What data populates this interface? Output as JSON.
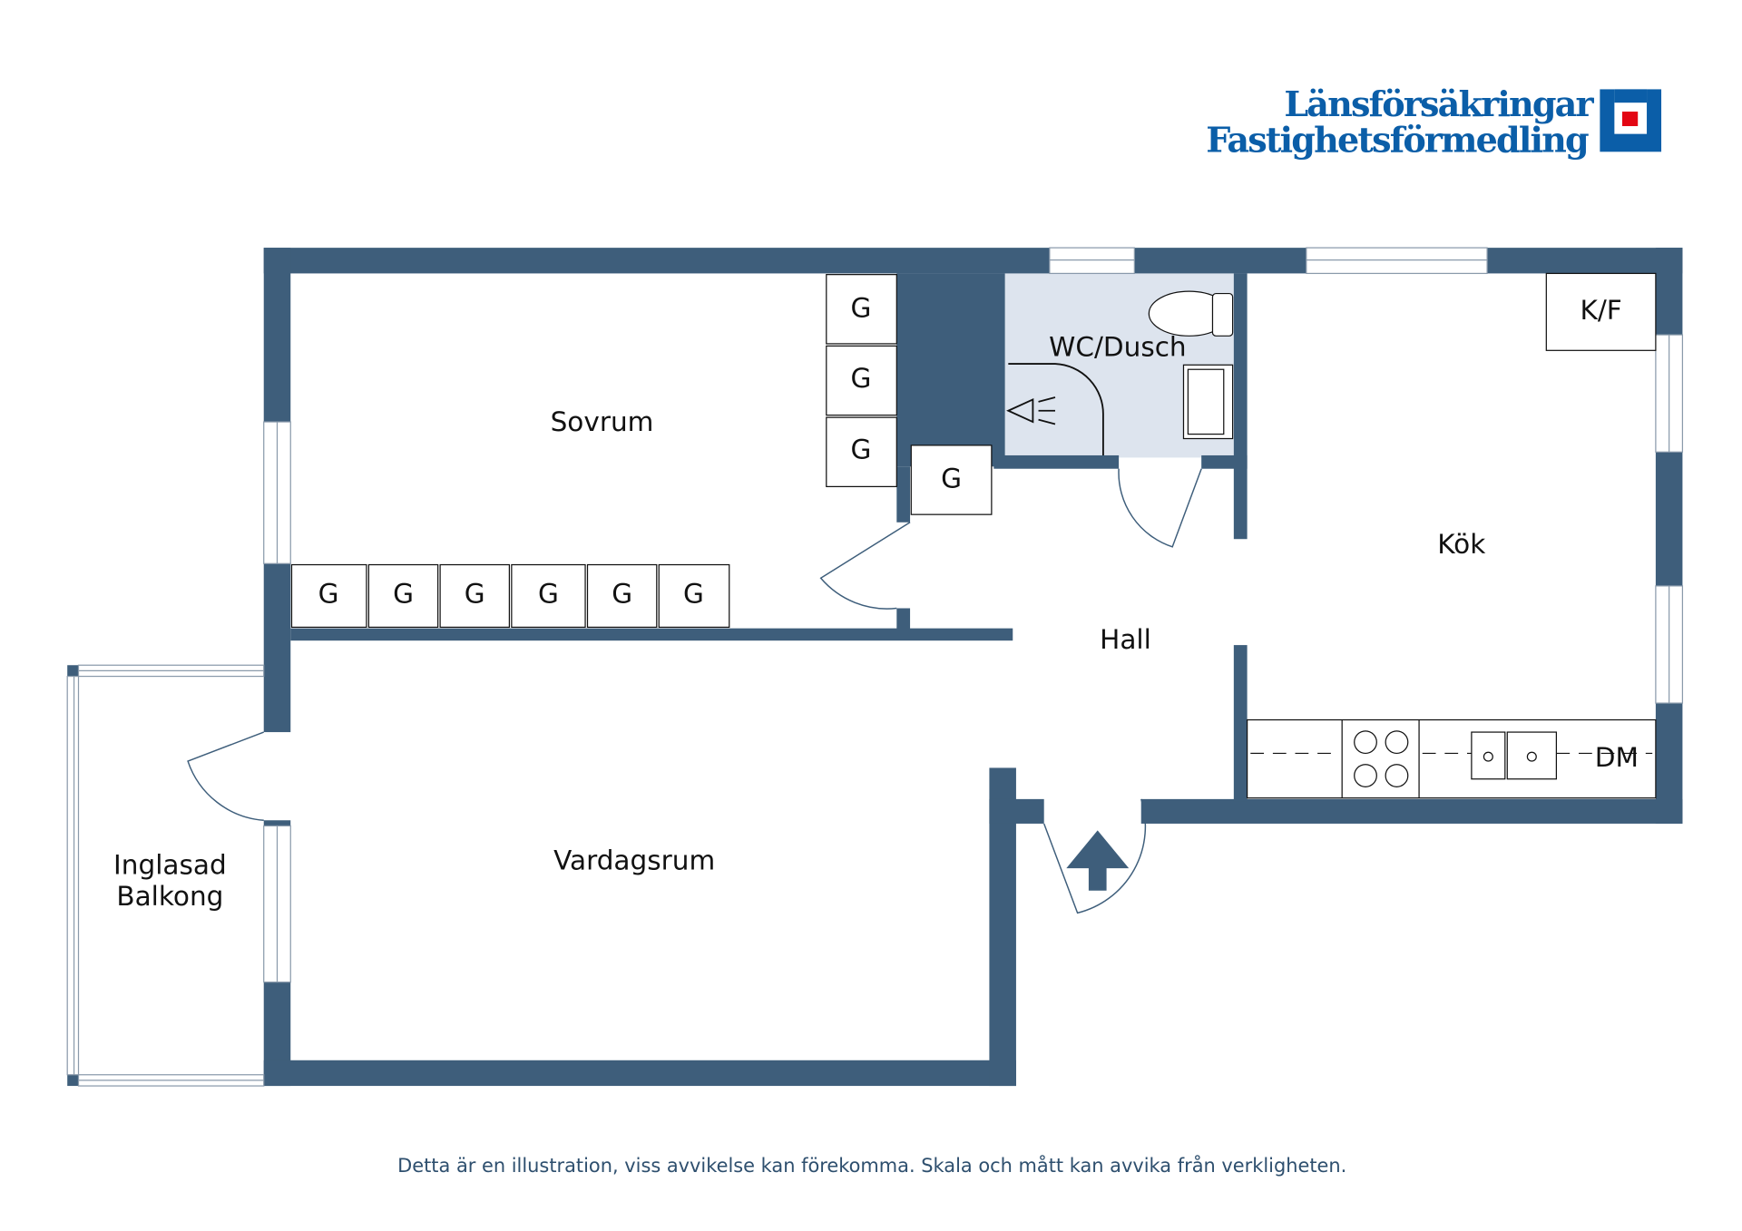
{
  "logo": {
    "line1": "Länsförsäkringar",
    "line2": "Fastighetsförmedling",
    "brand_color": "#0b5ea8",
    "accent_color": "#e30613"
  },
  "rooms": {
    "sovrum": "Sovrum",
    "wc": "WC/Dusch",
    "kok": "Kök",
    "hall": "Hall",
    "vardagsrum": "Vardagsrum",
    "balkong_1": "Inglasad",
    "balkong_2": "Balkong"
  },
  "fixtures": {
    "wardrobe": "G",
    "fridge_freezer": "K/F",
    "dishwasher": "DM"
  },
  "footer": "Detta är en illustration, viss avvikelse kan förekomma. Skala och mått kan avvika från verkligheten.",
  "colors": {
    "wall": "#3e5e7b",
    "bathroom_floor": "#dde4ee"
  }
}
